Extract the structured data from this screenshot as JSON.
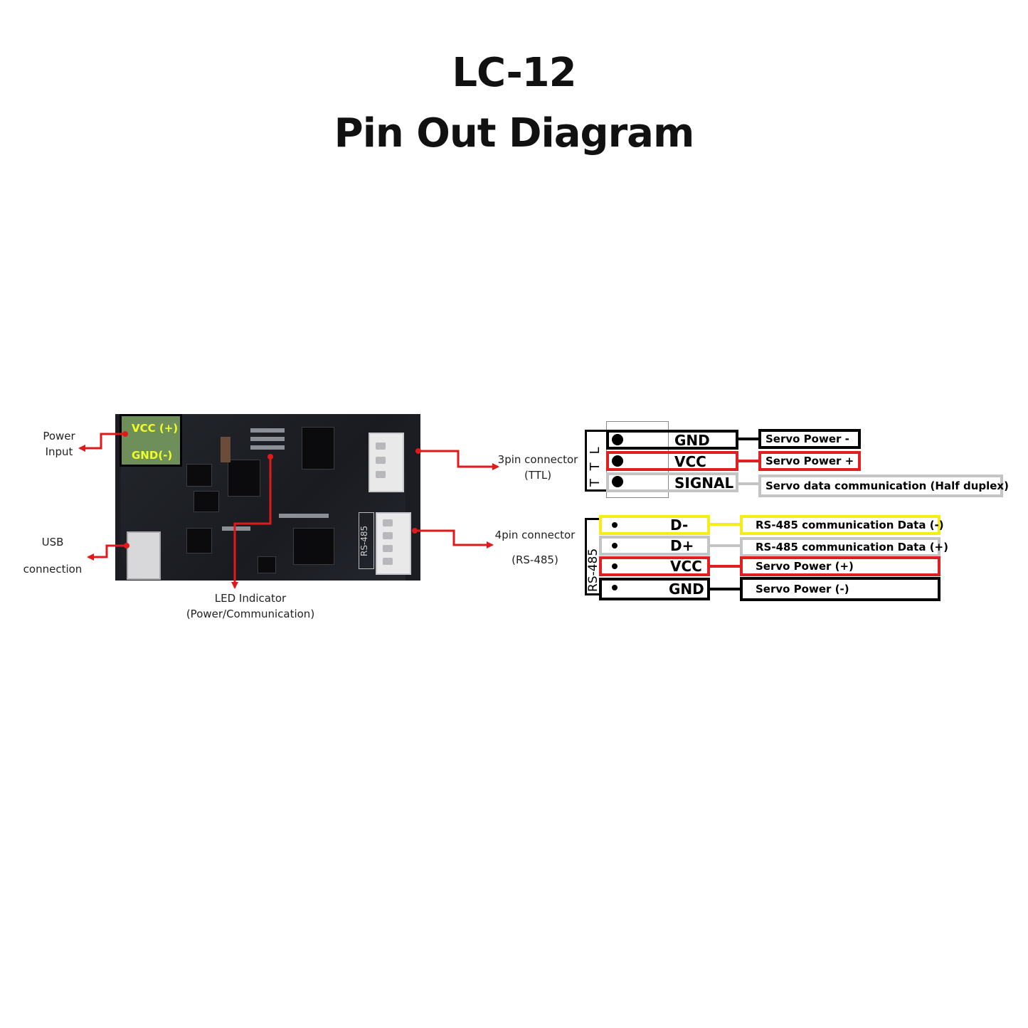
{
  "title": {
    "line1": "LC-12",
    "line2": "Pin Out Diagram"
  },
  "labels": {
    "power_input_1": "Power",
    "power_input_2": "Input",
    "usb_1": "USB",
    "usb_2": "connection",
    "led_1": "LED Indicator",
    "led_2": "(Power/Communication)",
    "pin3_1": "3pin connector",
    "pin3_2": "(TTL)",
    "pin4_1": "4pin connector",
    "pin4_2": "(RS-485)"
  },
  "pcb": {
    "vcc_label": "VCC (+)",
    "gnd_label": "GND(-)",
    "rs485_silk": "RS-485"
  },
  "ttl": {
    "silk": "TTL",
    "pins": [
      {
        "name": "GND",
        "desc": "Servo Power -",
        "color": "#000000"
      },
      {
        "name": "VCC",
        "desc": "Servo Power +",
        "color": "#e02020"
      },
      {
        "name": "SIGNAL",
        "desc": "Servo data communication (Half duplex)",
        "color": "#c4c4c4"
      }
    ]
  },
  "rs485": {
    "silk": "RS-485",
    "pins": [
      {
        "name": "D-",
        "desc": "RS-485 communication Data (-)",
        "color": "#f5ec1a"
      },
      {
        "name": "D+",
        "desc": "RS-485 communication Data (+)",
        "color": "#c4c4c4"
      },
      {
        "name": "VCC",
        "desc": "Servo Power (+)",
        "color": "#e02020"
      },
      {
        "name": "GND",
        "desc": "Servo Power (-)",
        "color": "#000000"
      }
    ]
  },
  "colors": {
    "arrow": "#e01a1a"
  }
}
